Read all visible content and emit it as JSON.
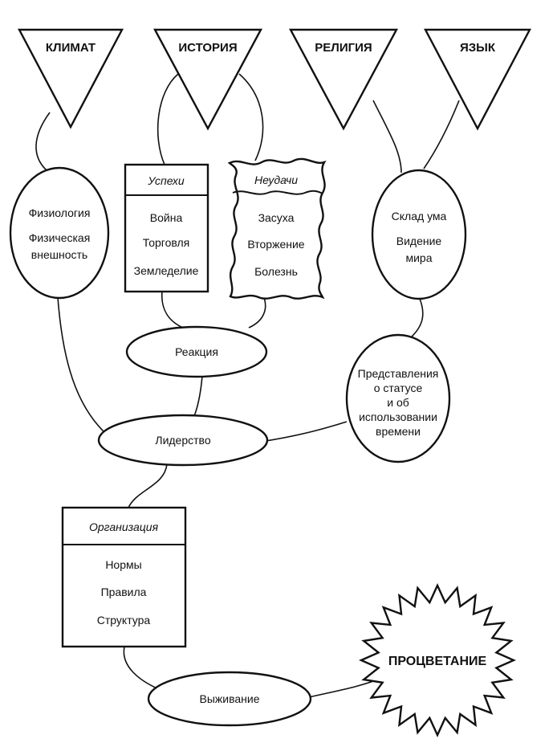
{
  "factors": {
    "climate": "КЛИМАТ",
    "history": "ИСТОРИЯ",
    "religion": "РЕЛИГИЯ",
    "language": "ЯЗЫК"
  },
  "physiology": {
    "line1": "Физиология",
    "line2": "Физическая",
    "line3": "внешность"
  },
  "successes": {
    "title": "Успехи",
    "items": [
      "Война",
      "Торговля",
      "Земледелие"
    ]
  },
  "failures": {
    "title": "Неудачи",
    "items": [
      "Засуха",
      "Вторжение",
      "Болезнь"
    ]
  },
  "mindset": {
    "line1": "Склад ума",
    "line2": "Видение",
    "line3": "мира"
  },
  "reaction": "Реакция",
  "status_time": {
    "lines": [
      "Представления",
      "о статусе",
      "и  об",
      "использовании",
      "времени"
    ]
  },
  "leadership": "Лидерство",
  "organization": {
    "title": "Организация",
    "items": [
      "Нормы",
      "Правила",
      "Структура"
    ]
  },
  "survival": "Выживание",
  "prosperity": "ПРОЦВЕТАНИЕ"
}
